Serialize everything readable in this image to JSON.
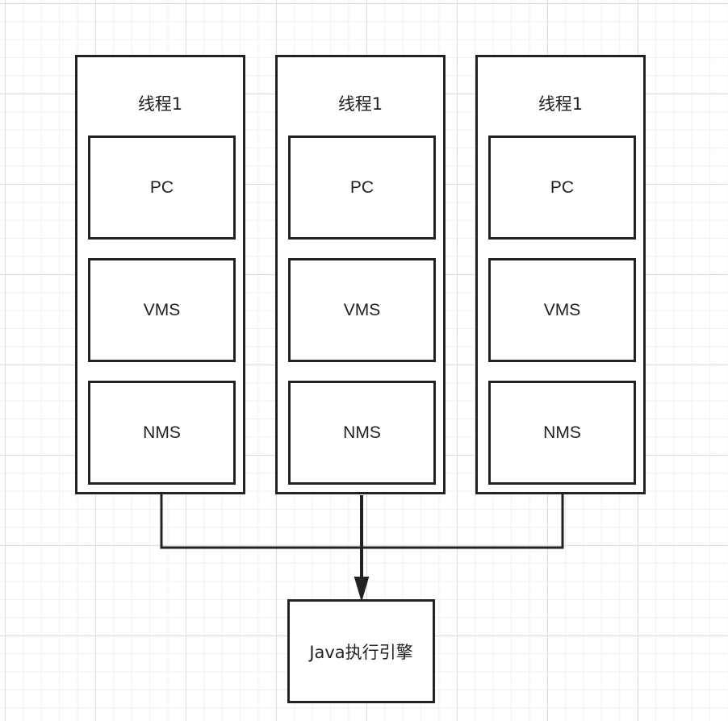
{
  "threads": [
    {
      "title": "线程1",
      "boxes": [
        "PC",
        "VMS",
        "NMS"
      ]
    },
    {
      "title": "线程1",
      "boxes": [
        "PC",
        "VMS",
        "NMS"
      ]
    },
    {
      "title": "线程1",
      "boxes": [
        "PC",
        "VMS",
        "NMS"
      ]
    }
  ],
  "engine": {
    "label": "Java执行引擎"
  }
}
